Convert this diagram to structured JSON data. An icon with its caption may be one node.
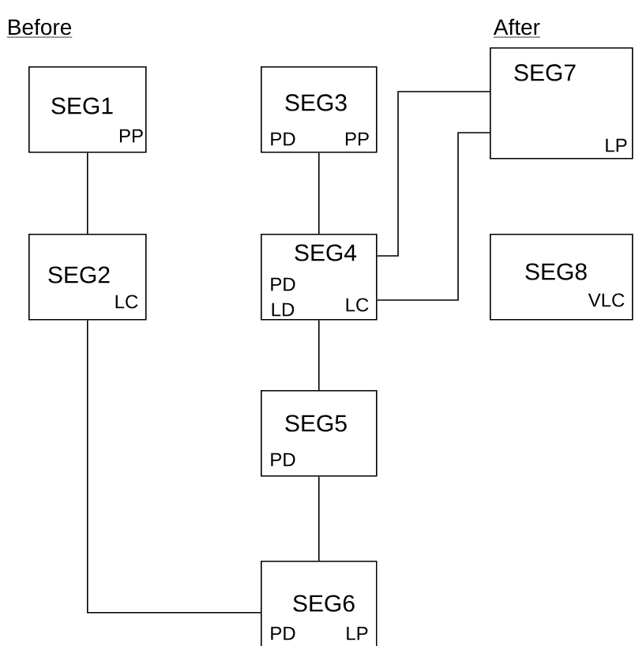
{
  "diagram": {
    "nodes": [
      {
        "text": [
          "SEG1",
          "PP"
        ]
      },
      {
        "text": [
          "SEG2",
          "LC"
        ]
      },
      {
        "text": [
          "SEG3",
          "PD",
          "PP"
        ]
      },
      {
        "text": [
          "SEG4",
          "PD",
          "LD",
          "LC"
        ]
      },
      {
        "text": [
          "SEG5",
          "PD"
        ]
      },
      {
        "text": [
          "SEG6",
          "PD",
          "LP"
        ]
      },
      {
        "text": [
          "SEG7",
          "LP"
        ]
      },
      {
        "text": [
          "SEG8",
          "VLC"
        ]
      }
    ],
    "edges": [
      {
        "from": 0,
        "to": 1,
        "arrow": "none"
      },
      {
        "from": 2,
        "to": 3,
        "arrow": "none"
      },
      {
        "from": 3,
        "to": 4,
        "arrow": "none"
      },
      {
        "from": 4,
        "to": 5,
        "arrow": "none"
      },
      {
        "from": 1,
        "to": 5,
        "arrow": "none"
      },
      {
        "from": 3,
        "to": 6,
        "arrow": "none"
      },
      {
        "from": 3,
        "to": 6,
        "arrow": "none"
      }
    ],
    "labels": [
      "Before",
      "After"
    ]
  }
}
